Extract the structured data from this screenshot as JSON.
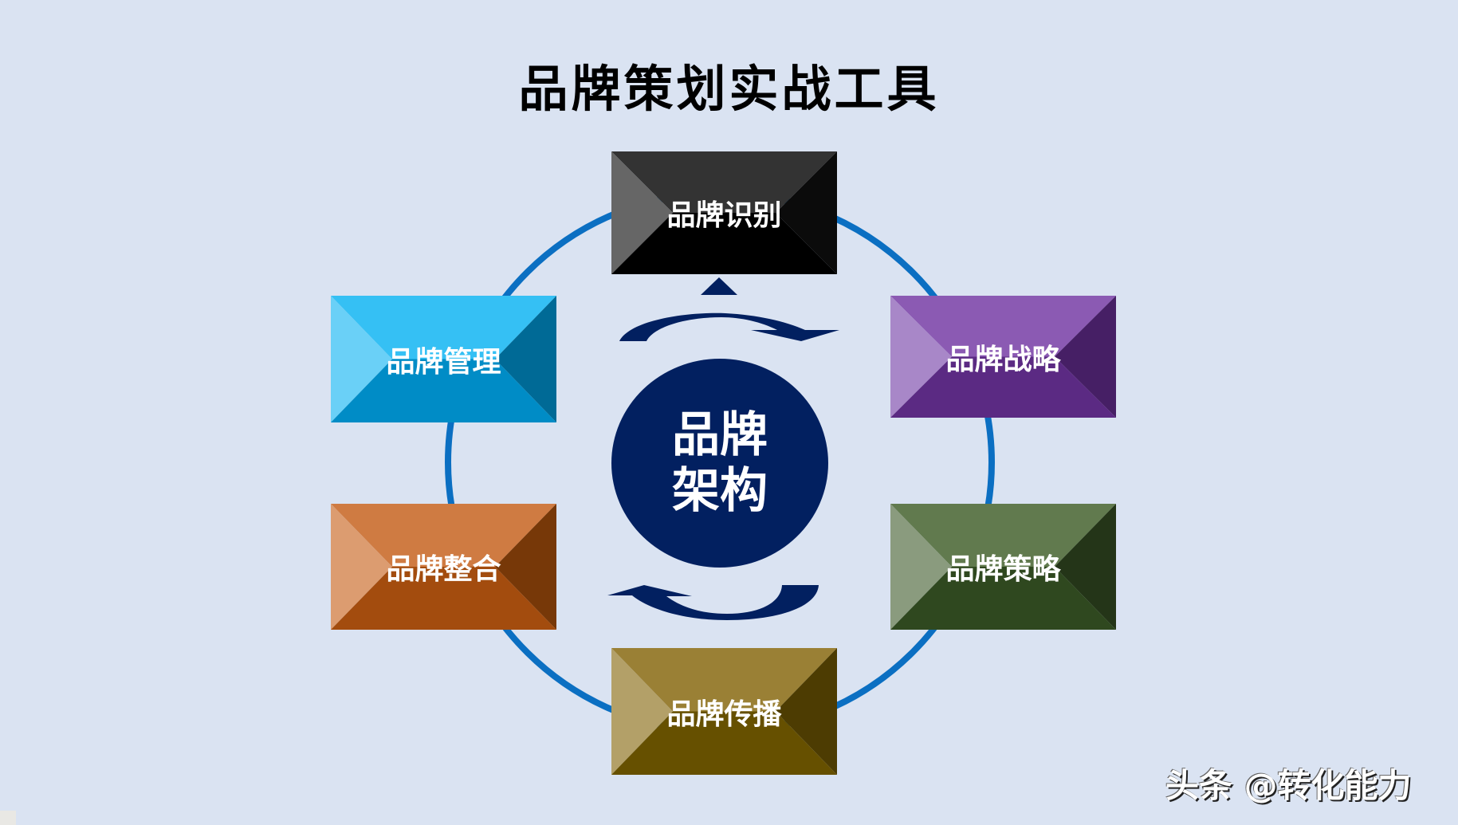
{
  "title": "品牌策划实战工具",
  "center": {
    "line1": "品牌",
    "line2": "架构",
    "color": "#022060"
  },
  "ring_color": "#0b6fc2",
  "arrow_color": "#022060",
  "boxes": [
    {
      "id": "identity",
      "label": "品牌识别",
      "colors": {
        "top": "#333333",
        "left": "#666666",
        "right": "#0b0b0b",
        "bottom": "#000000"
      }
    },
    {
      "id": "strategy",
      "label": "品牌战略",
      "colors": {
        "top": "#8b5ab3",
        "left": "#a887c8",
        "right": "#461f65",
        "bottom": "#5b2a83"
      }
    },
    {
      "id": "tactics",
      "label": "品牌策略",
      "colors": {
        "top": "#617a4e",
        "left": "#8a9b7e",
        "right": "#243518",
        "bottom": "#2f481f"
      }
    },
    {
      "id": "communication",
      "label": "品牌传播",
      "colors": {
        "top": "#9a8035",
        "left": "#b3a068",
        "right": "#4d3c02",
        "bottom": "#665000"
      }
    },
    {
      "id": "integration",
      "label": "品牌整合",
      "colors": {
        "top": "#cf7b42",
        "left": "#dc9c70",
        "right": "#773808",
        "bottom": "#a34c0e"
      }
    },
    {
      "id": "management",
      "label": "品牌管理",
      "colors": {
        "top": "#35c0f4",
        "left": "#6ad0f7",
        "right": "#006a96",
        "bottom": "#008cc6"
      }
    }
  ],
  "watermark": "头条 @转化能力"
}
